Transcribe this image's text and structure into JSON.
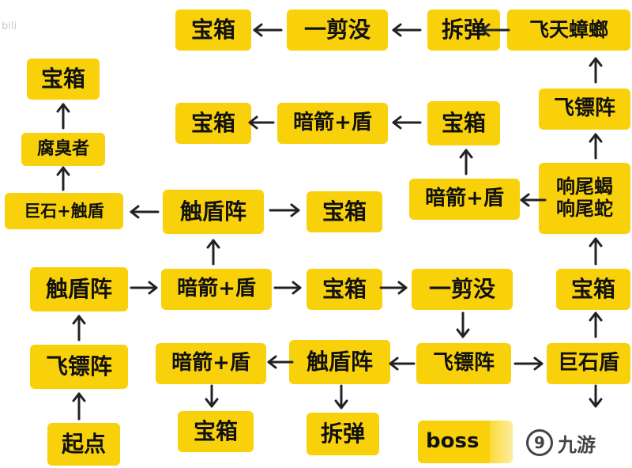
{
  "nodes": {
    "n1": "宝箱",
    "n2": "一剪没",
    "n3": "拆弹",
    "n4": "飞天蟑螂",
    "n5": "宝箱",
    "n6": "宝箱",
    "n7": "暗箭+盾",
    "n8": "宝箱",
    "n9": "飞镖阵",
    "n10": "腐臭者",
    "n11": "巨石+触盾",
    "n12": "触盾阵",
    "n13": "宝箱",
    "n14": "暗箭+盾",
    "n15": "响尾蝎\n响尾蛇",
    "n16": "触盾阵",
    "n17": "暗箭+盾",
    "n18": "宝箱",
    "n19": "一剪没",
    "n20": "宝箱",
    "n21": "飞镖阵",
    "n22": "暗箭+盾",
    "n23": "触盾阵",
    "n24": "飞镖阵",
    "n25": "巨石盾",
    "n26": "起点",
    "n27": "宝箱",
    "n28": "拆弹",
    "n29": "boss"
  },
  "watermark": {
    "left": "bili",
    "right_glyph": "9",
    "right": "九游"
  },
  "colors": {
    "node_fill": "#f9d10b",
    "text": "#111111",
    "arrow": "#222222"
  }
}
